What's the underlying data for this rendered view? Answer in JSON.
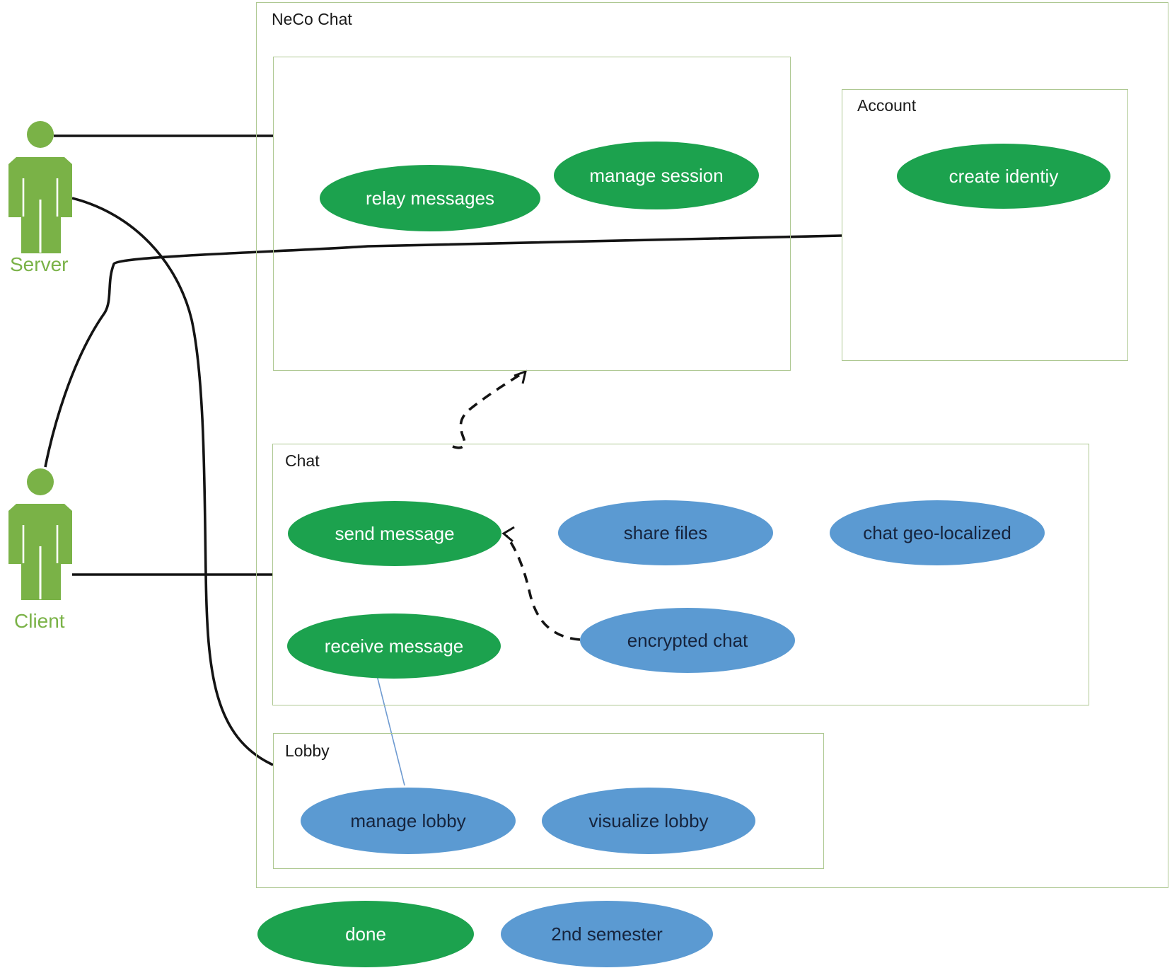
{
  "diagram_title": "NeCo Chat",
  "colors": {
    "done_green": "#1CA24E",
    "planned_blue": "#5B9AD2",
    "actor_green": "#7AB247",
    "box_border": "#AEC892",
    "blue_ellipse_text": "#16243D",
    "connector_line": "#141414"
  },
  "actors": {
    "server": {
      "label": "Server"
    },
    "client": {
      "label": "Client"
    }
  },
  "packages": {
    "root": {
      "label": "NeCo Chat"
    },
    "session": {
      "label": ""
    },
    "account": {
      "label": "Account"
    },
    "chat": {
      "label": "Chat"
    },
    "lobby": {
      "label": "Lobby"
    }
  },
  "use_cases": {
    "relay_messages": {
      "label": "relay messages",
      "status": "done"
    },
    "manage_session": {
      "label": "manage session",
      "status": "done"
    },
    "create_identity": {
      "label": "create identiy",
      "status": "done"
    },
    "send_message": {
      "label": "send message",
      "status": "done"
    },
    "share_files": {
      "label": "share files",
      "status": "2nd semester"
    },
    "chat_geo": {
      "label": "chat geo-localized",
      "status": "2nd semester"
    },
    "receive_message": {
      "label": "receive message",
      "status": "done"
    },
    "encrypted_chat": {
      "label": "encrypted chat",
      "status": "2nd semester"
    },
    "manage_lobby": {
      "label": "manage lobby",
      "status": "2nd semester"
    },
    "visualize_lobby": {
      "label": "visualize lobby",
      "status": "2nd semester"
    }
  },
  "legend": {
    "done": {
      "label": "done"
    },
    "second_semester": {
      "label": "2nd semester"
    }
  }
}
